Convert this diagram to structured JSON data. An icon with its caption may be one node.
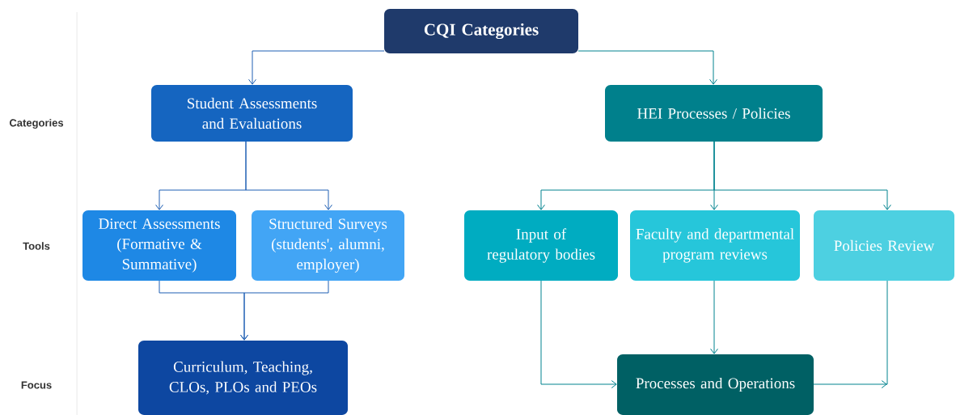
{
  "diagram": {
    "nodes": [
      {
        "text": [
          "CQI Categories"
        ]
      },
      {
        "text": [
          "Student Assessments and Evaluations"
        ]
      },
      {
        "text": [
          "HEI Processes / Policies"
        ]
      },
      {
        "text": [
          "Direct Assessments (Formative & Summative)"
        ]
      },
      {
        "text": [
          "Structured Surveys (students', alumni, employer)"
        ]
      },
      {
        "text": [
          "Input of regulatory bodies"
        ]
      },
      {
        "text": [
          "Faculty and departmental program reviews"
        ]
      },
      {
        "text": [
          "Policies Review"
        ]
      },
      {
        "text": [
          "Curriculum, Teaching, CLOs, PLOs and PEOs"
        ]
      },
      {
        "text": [
          "Processes and Operations"
        ]
      }
    ],
    "edges": [
      {
        "from": 0,
        "to": 1,
        "arrow": "to",
        "color": "#1e5fb4"
      },
      {
        "from": 0,
        "to": 2,
        "arrow": "to"
      },
      {
        "from": 1,
        "to": 3,
        "arrow": "to",
        "color": "#1e5fb4"
      },
      {
        "from": 1,
        "to": 4,
        "arrow": "to",
        "color": "#1e5fb4"
      },
      {
        "from": 2,
        "to": 5,
        "arrow": "to"
      },
      {
        "from": 2,
        "to": 6,
        "arrow": "to"
      },
      {
        "from": 2,
        "to": 7,
        "arrow": "to"
      },
      {
        "from": 3,
        "to": 8,
        "arrow": "to",
        "color": "#1e5fb4"
      },
      {
        "from": 4,
        "to": 8,
        "arrow": "to",
        "color": "#1e5fb4"
      },
      {
        "from": 5,
        "to": 9,
        "arrow": "to"
      },
      {
        "from": 6,
        "to": 9,
        "arrow": "to"
      },
      {
        "from": 9,
        "to": 7,
        "arrow": "to"
      }
    ],
    "labels": [
      "Categories",
      "Tools",
      "Focus"
    ]
  }
}
